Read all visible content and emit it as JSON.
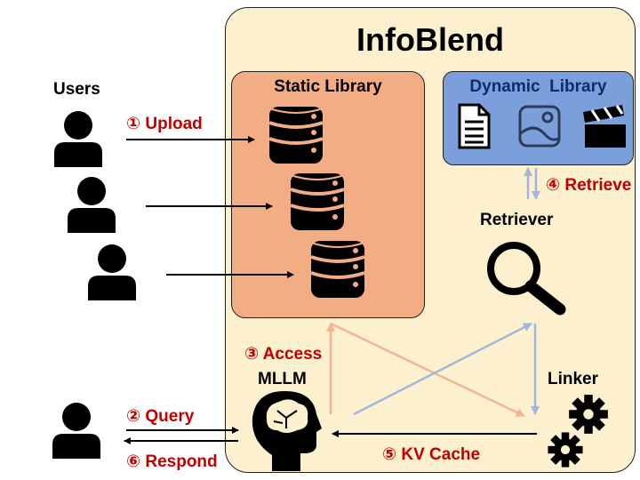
{
  "title": "InfoBlend",
  "panels": {
    "static_library": "Static Library",
    "dynamic_library": "Dynamic  Library"
  },
  "actors": {
    "users": "Users",
    "retriever": "Retriever",
    "mllm": "MLLM",
    "linker": "Linker"
  },
  "steps": {
    "upload": "① Upload",
    "query": "② Query",
    "access": "③ Access",
    "retrieve": "④ Retrieve",
    "kv_cache": "⑤ KV Cache",
    "respond": "⑥ Respond"
  },
  "colors": {
    "main_panel": "#fdf0cf",
    "static_library": "#f2ad85",
    "dynamic_library": "#7b9fdb",
    "step_text": "#c00000",
    "access_arrow": "#f4b494",
    "retrieve_arrow": "#9fb7e0"
  },
  "icons": [
    "person-icon",
    "database-icon",
    "document-icon",
    "image-icon",
    "video-icon",
    "search-icon",
    "brain-icon",
    "gears-icon"
  ]
}
